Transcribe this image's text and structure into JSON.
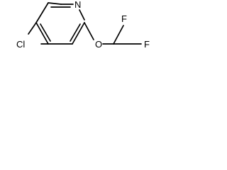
{
  "molecule": {
    "atoms": {
      "nitrogen": "N",
      "chlorine": "Cl",
      "oxygen": "O",
      "fluorine_1": "F",
      "fluorine_2": "F"
    }
  }
}
